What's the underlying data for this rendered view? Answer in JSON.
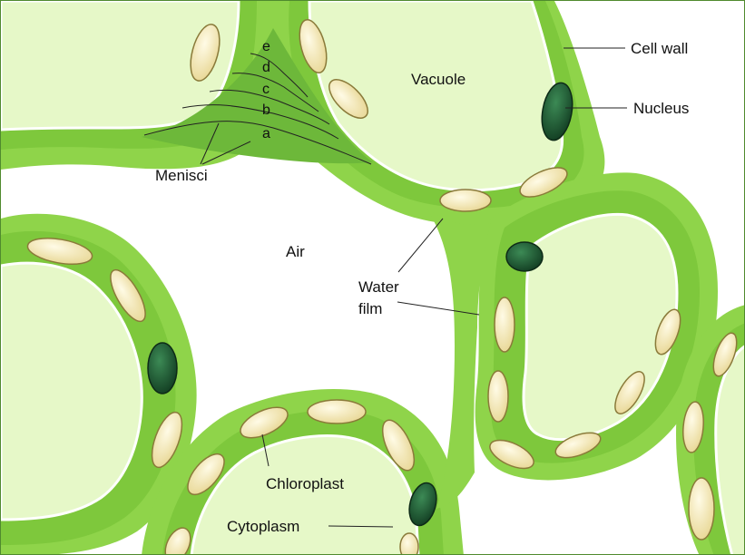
{
  "colors": {
    "wall": "#8fd44a",
    "wall_edge": "#6fb832",
    "cytoplasm": "#7ec83c",
    "membrane": "#ffffff",
    "vacuole": "#e6f8c8",
    "chloroplast": "#f4e9b8",
    "chloroplast_edge": "#8a7a3a",
    "nucleus": "#1f5a34",
    "air": "#ffffff",
    "menisci_fill": "#6db83a",
    "menisci_line": "#3f7f22"
  },
  "labels": {
    "cell_wall": "Cell wall",
    "vacuole": "Vacuole",
    "nucleus": "Nucleus",
    "menisci": "Menisci",
    "air": "Air",
    "water_film_1": "Water",
    "water_film_2": "film",
    "chloroplast": "Chloroplast",
    "cytoplasm": "Cytoplasm"
  },
  "menisci_letters": [
    "e",
    "d",
    "c",
    "b",
    "a"
  ]
}
